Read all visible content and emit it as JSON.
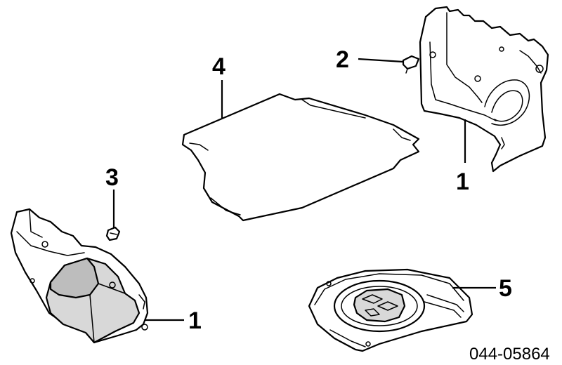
{
  "diagram": {
    "code": "044-05864",
    "callouts": [
      {
        "id": "right-trim-callout",
        "label": "1"
      },
      {
        "id": "clip-callout",
        "label": "2"
      },
      {
        "id": "screw-callout",
        "label": "3"
      },
      {
        "id": "trunk-mat-callout",
        "label": "4"
      },
      {
        "id": "left-trim-callout",
        "label": "1"
      },
      {
        "id": "spare-tire-cover-callout",
        "label": "5"
      }
    ]
  }
}
